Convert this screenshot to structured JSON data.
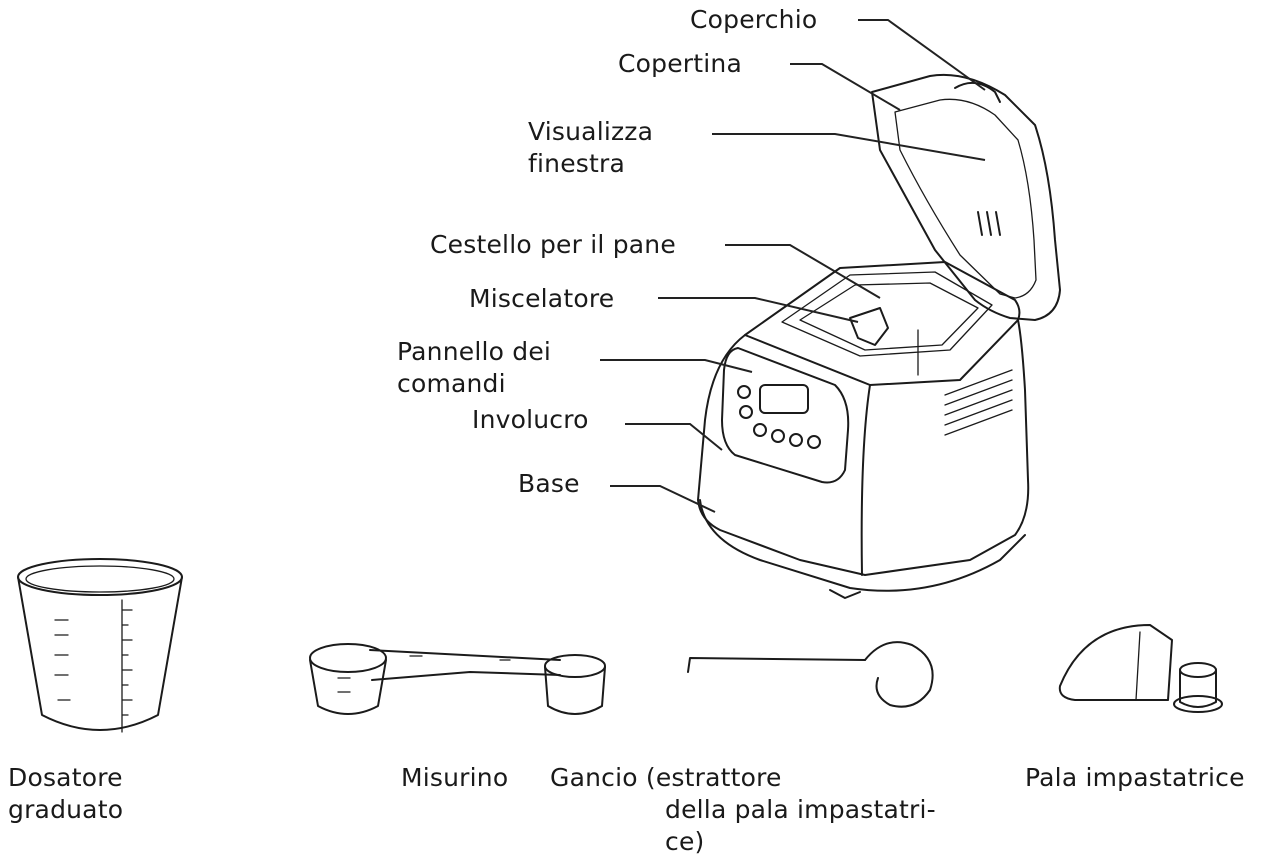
{
  "labels": {
    "coperchio": "Coperchio",
    "copertina": "Copertina",
    "visualizza_1": "Visualizza",
    "visualizza_2": "finestra",
    "cestello": "Cestello per il pane",
    "miscelatore": "Miscelatore",
    "pannello_1": "Pannello dei",
    "pannello_2": "comandi",
    "involucro": "Involucro",
    "base": "Base"
  },
  "accessories": {
    "dosatore_1": "Dosatore",
    "dosatore_2": "graduato",
    "misurino": "Misurino",
    "gancio_1": "Gancio (estrattore",
    "gancio_2": "della pala impastatri-",
    "gancio_3": "ce)",
    "pala": "Pala impastatrice"
  },
  "colors": {
    "line": "#1b1b1b",
    "background": "#ffffff"
  }
}
